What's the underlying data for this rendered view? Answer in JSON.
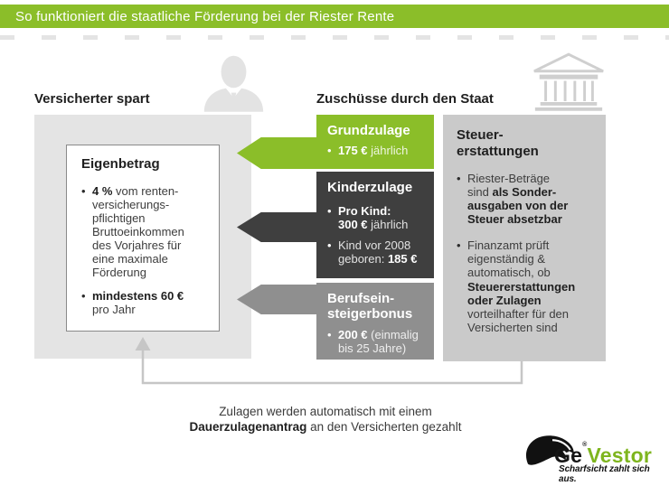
{
  "header": {
    "title": "So funktioniert die staatliche Förderung bei der Riester Rente"
  },
  "colors": {
    "accent_green": "#8bbe29",
    "dark_box": "#3f3f3f",
    "gray_box": "#8f8f8f",
    "panel_left": "#e4e4e4",
    "panel_right": "#cacaca",
    "connector": "#c6c6c6",
    "logo_green": "#7eb51e"
  },
  "left": {
    "heading": "Versicherter spart",
    "box": {
      "title": "Eigenbetrag",
      "bullets": [
        {
          "pre": "",
          "bold": "4 %",
          "post": " vom renten-\nversicherungs-\npflichtigen\nBruttoeinkommen\ndes Vorjahres für\neine maximale\nFörderung"
        },
        {
          "pre": "",
          "bold": "mindestens 60 €",
          "post": "\npro Jahr"
        }
      ]
    }
  },
  "state": {
    "heading": "Zuschüsse durch den Staat",
    "boxes": [
      {
        "title": "Grundzulage",
        "bullets": [
          {
            "pre": "",
            "bold": "175 €",
            "post": " jährlich"
          }
        ]
      },
      {
        "title": "Kinderzulage",
        "bullets": [
          {
            "pre": "",
            "bold": "Pro Kind:\n300 €",
            "post": " jährlich"
          },
          {
            "pre": "Kind vor 2008\ngeboren: ",
            "bold": "185 €",
            "post": ""
          }
        ]
      },
      {
        "title": "Berufsein-\nsteigerbonus",
        "bullets": [
          {
            "pre": "",
            "bold": "200 €",
            "post": " (einmalig\nbis 25 Jahre)"
          }
        ]
      }
    ]
  },
  "tax": {
    "title": "Steuer-\nerstattungen",
    "bullets": [
      {
        "pre": "Riester-Beträge\nsind ",
        "bold": "als Sonder-\nausgaben von der\nSteuer absetzbar",
        "post": ""
      },
      {
        "pre": "Finanzamt prüft\neigenständig &\nautomatisch, ob\n",
        "bold": "Steuererstattungen\noder Zulagen",
        "post": "\nvorteilhafter für den\nVersicherten sind"
      }
    ]
  },
  "note": {
    "pre": "Zulagen werden automatisch mit einem\n",
    "bold": "Dauerzulagenantrag",
    "post": " an den Versicherten gezahlt"
  },
  "logo": {
    "part1": "Ge",
    "reg": "®",
    "part2": "Vestor",
    "tagline": "Scharfsicht zahlt sich aus."
  },
  "icons": {
    "person": "person-icon",
    "building": "bank-building-icon",
    "eagle": "eagle-icon"
  }
}
